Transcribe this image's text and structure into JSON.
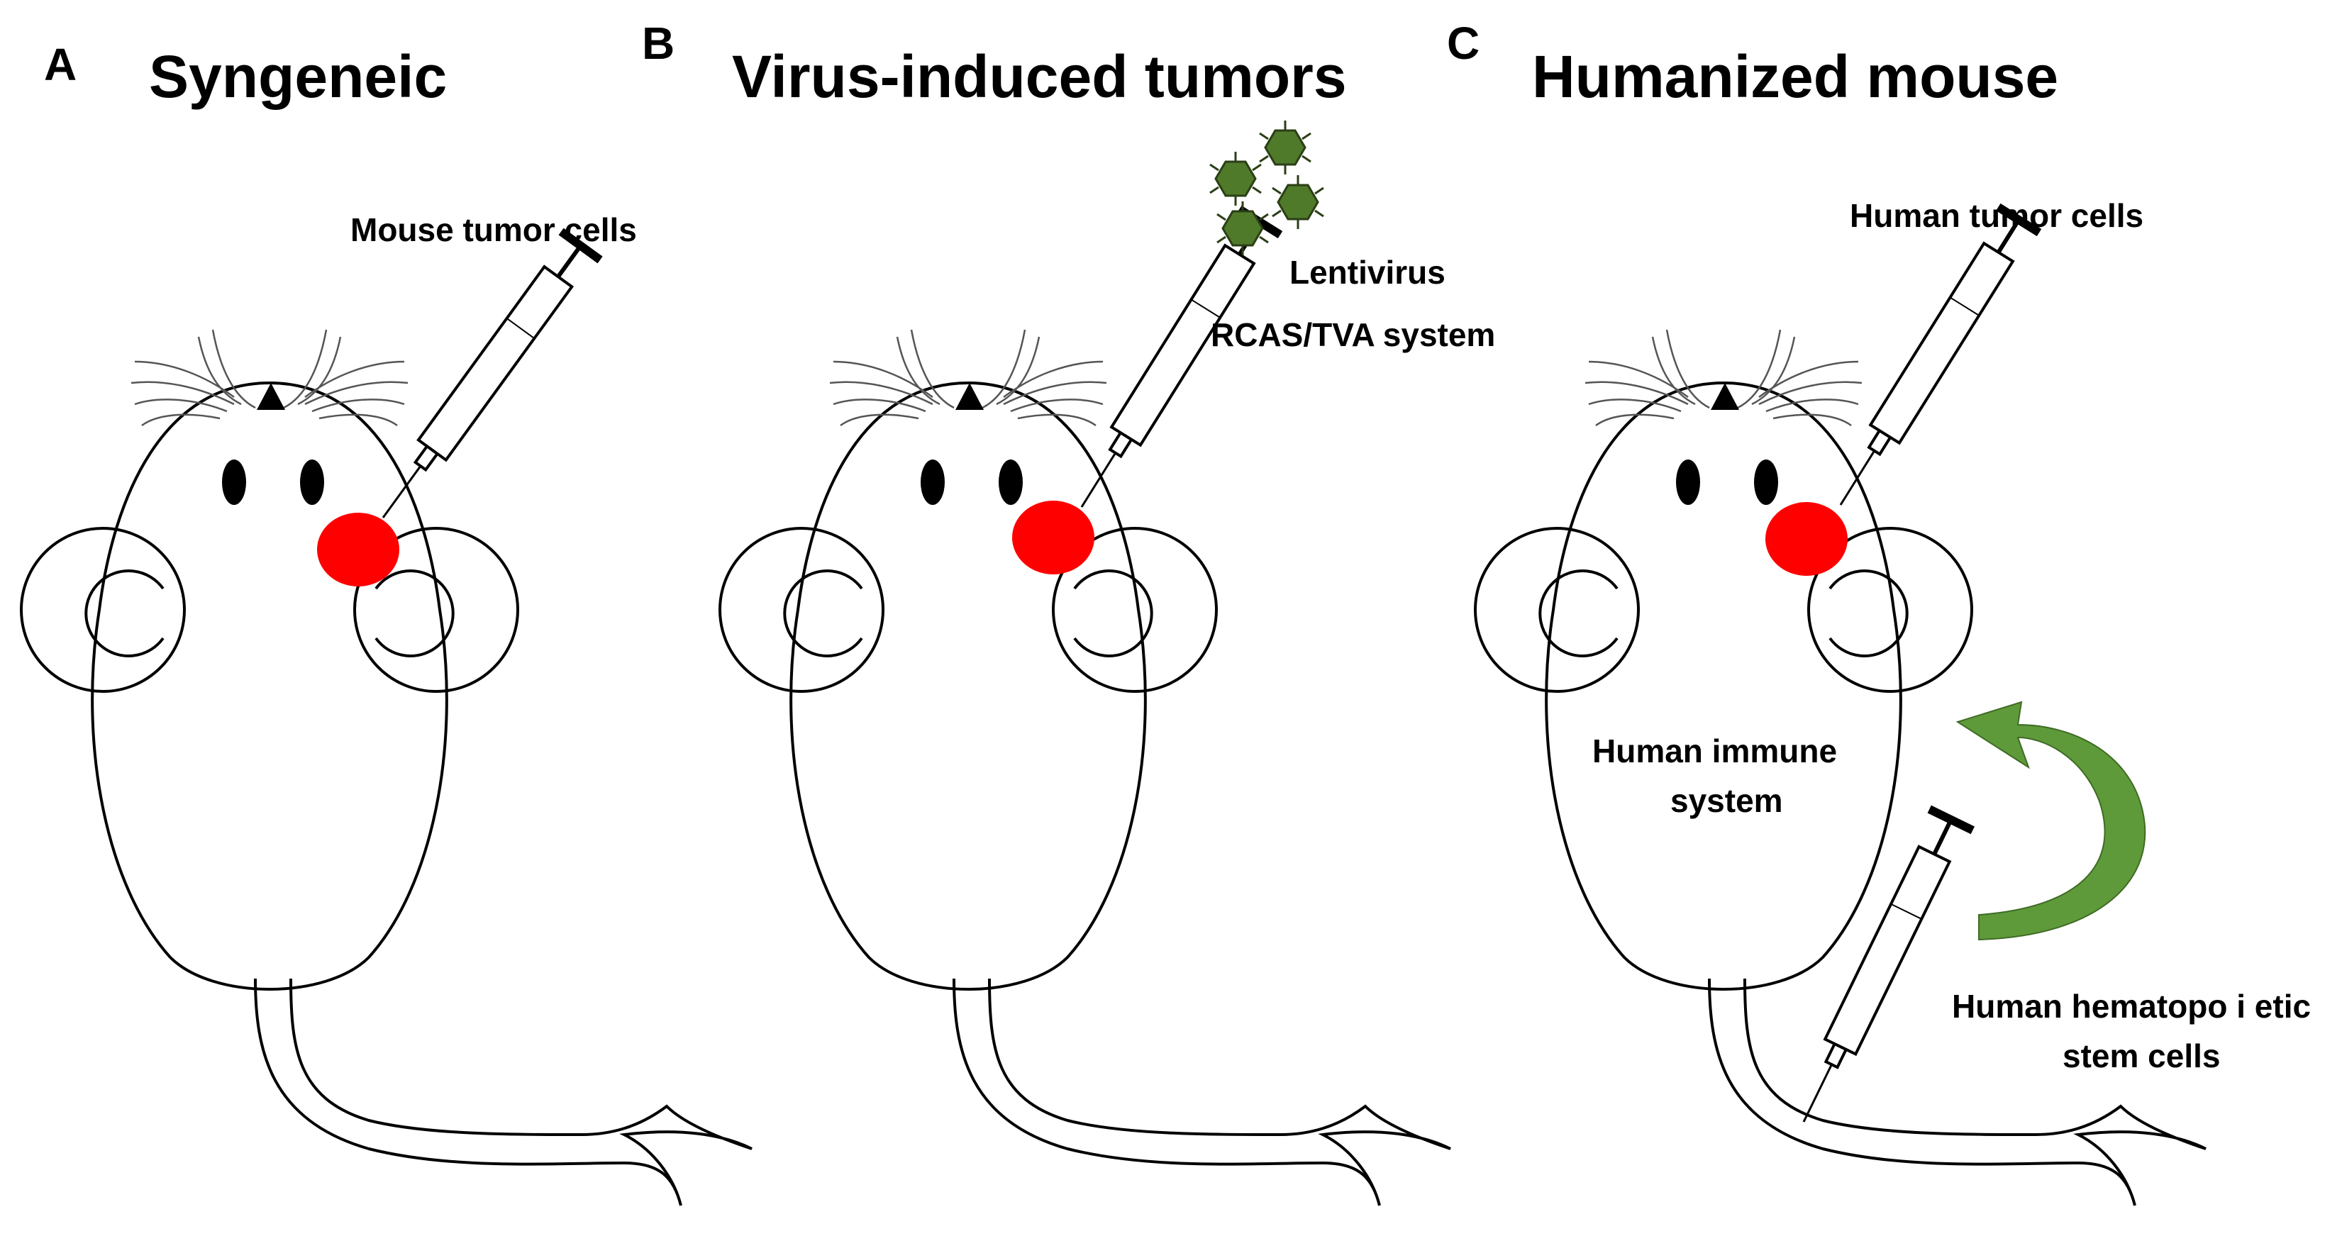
{
  "colors": {
    "tumor": "#ff0000",
    "virus": "#4f7a2a",
    "arrow": "#5f9a3a",
    "line": "#000000",
    "background": "#ffffff"
  },
  "panels": [
    {
      "letter": "A",
      "title": "Syngeneic",
      "notes": [
        "Mouse tumor cells"
      ]
    },
    {
      "letter": "B",
      "title": "Virus-induced tumors",
      "notes": [
        "Lentivirus",
        "RCAS/TVA system"
      ]
    },
    {
      "letter": "C",
      "title": "Humanized mouse",
      "notes": [
        "Human tumor cells",
        "Human immune",
        "system",
        "Human hematopo i etic",
        "stem cells"
      ]
    }
  ]
}
